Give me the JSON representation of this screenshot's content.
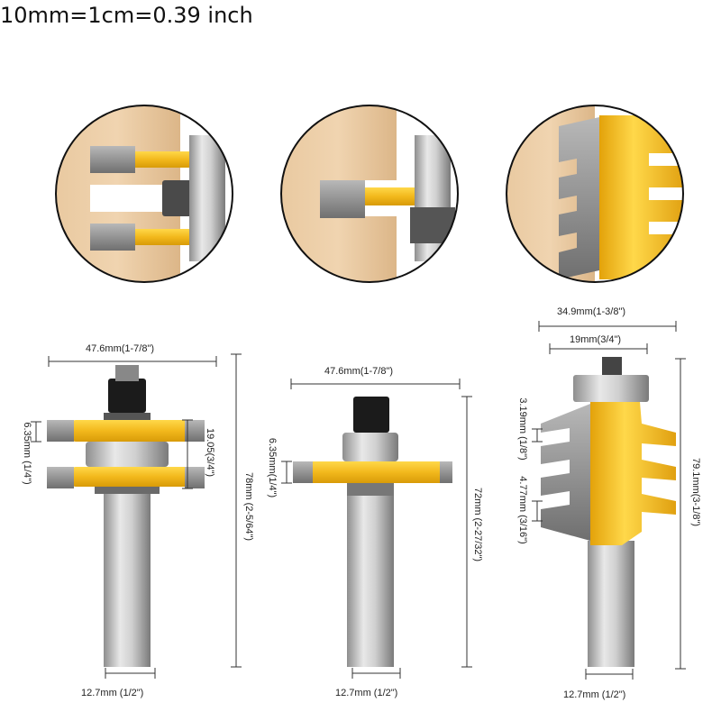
{
  "title": "10mm=1cm=0.39 inch",
  "bits": [
    {
      "name": "tongue-and-groove-bit-pair",
      "width": "47.6mm(1-7/8\")",
      "cutter_thickness": "6.35mm (1/4\")",
      "gap": "19.05(3/4\")",
      "overall_length": "78mm (2-5/64\")",
      "shank": "12.7mm (1/2\")"
    },
    {
      "name": "single-slot-cutter-bit",
      "width": "47.6mm(1-7/8\")",
      "cutter_thickness": "6.35mm(1/4\")",
      "overall_length": "72mm (2-27/32\")",
      "shank": "12.7mm (1/2\")"
    },
    {
      "name": "finger-joint-bit",
      "width": "34.9mm(1-3/8\")",
      "bearing_width": "19mm(3/4\")",
      "tooth_height": "3.19mm (1/8\")",
      "tooth_gap": "4.77mm (3/16\")",
      "overall_length": "79.1mm(3-1/8\")",
      "shank": "12.7mm (1/2\")"
    }
  ],
  "colors": {
    "cutter_yellow": "#f2b81c",
    "steel": "#c9c9c9",
    "carbide": "#9a9a9a",
    "wood": "#e6c49a",
    "nut": "#1b1b1b"
  }
}
